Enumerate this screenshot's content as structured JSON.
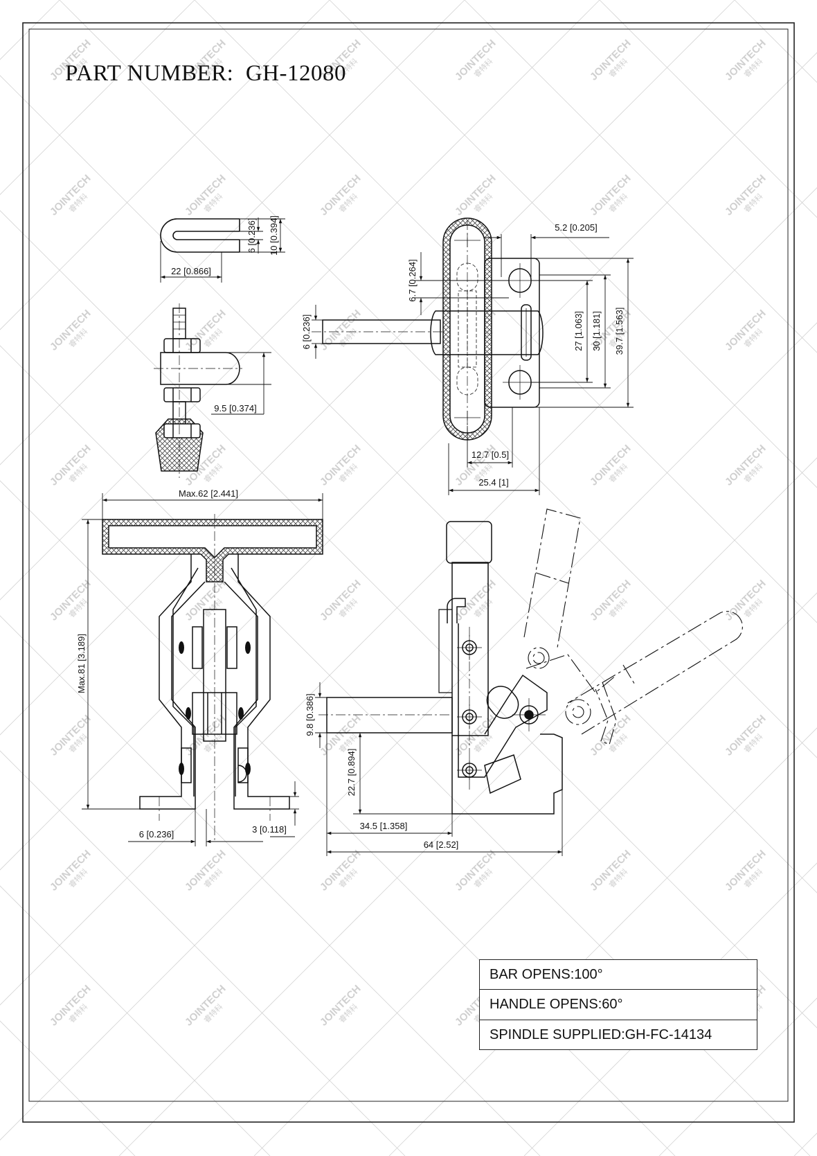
{
  "header": {
    "part_number": "PART NUMBER:  GH-12080"
  },
  "watermark": {
    "brand": "JOINTECH",
    "sub": "睿特科"
  },
  "dimensions": {
    "u_width": "22 [0.866]",
    "u_inner": "6 [0.236]",
    "u_outer": "10 [0.394]",
    "spindle_offset": "9.5 [0.374]",
    "bar_dia": "6 [0.236]",
    "hole_offset": "6.7 [0.264]",
    "slot_width": "5.2 [0.205]",
    "hole_spacing": "27 [1.063]",
    "base_spacing": "30 [1.181]",
    "base_height": "39.7 [1.563]",
    "base_half": "12.7 [0.5]",
    "base_width": "25.4 [1]",
    "max_width": "Max.62 [2.441]",
    "max_height": "Max.81 [3.189]",
    "foot_gap": "6 [0.236]",
    "plate_thk": "3 [0.118]",
    "bar_height": "9.8 [0.386]",
    "bar_axis": "22.7 [0.894]",
    "axis_x": "34.5 [1.358]",
    "overall_len": "64 [2.52]"
  },
  "notes": [
    "BAR OPENS:100°",
    "HANDLE OPENS:60°",
    "SPINDLE SUPPLIED:GH-FC-14134"
  ]
}
